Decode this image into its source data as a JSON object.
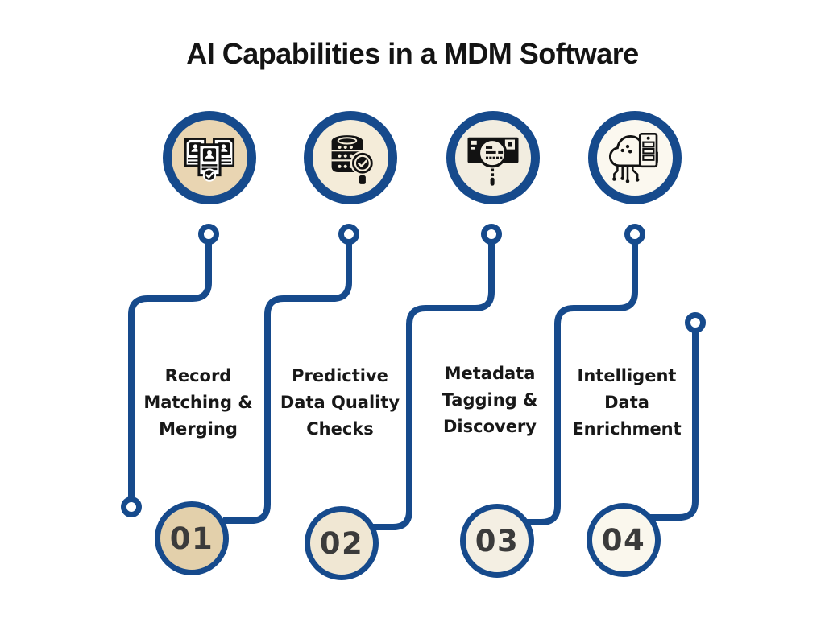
{
  "title": "AI Capabilities in a MDM Software",
  "colors": {
    "accent_navy": "#164a8c",
    "title_text": "#141414",
    "label_text": "#181818",
    "number_text": "#3b3b3b",
    "icon_ink": "#121212",
    "background": "#ffffff"
  },
  "items": [
    {
      "number": "01",
      "icon": "matched-record-documents-check-icon",
      "label_lines": [
        "Record",
        "Matching &",
        "Merging"
      ],
      "icon_bg": "#e9d5b2",
      "number_bg": "#e3d0ab"
    },
    {
      "number": "02",
      "icon": "database-quality-check-magnifier-icon",
      "label_lines": [
        "Predictive",
        "Data Quality",
        "Checks"
      ],
      "icon_bg": "#f4ecd9",
      "number_bg": "#f0e7d3"
    },
    {
      "number": "03",
      "icon": "metadata-card-search-magnifier-icon",
      "label_lines": [
        "Metadata",
        "Tagging &",
        "Discovery"
      ],
      "icon_bg": "#f2ede0",
      "number_bg": "#f4efe3"
    },
    {
      "number": "04",
      "icon": "cloud-circuit-server-icon",
      "label_lines": [
        "Intelligent",
        "Data",
        "Enrichment"
      ],
      "icon_bg": "#fbf8ef",
      "number_bg": "#faf7ed"
    }
  ]
}
